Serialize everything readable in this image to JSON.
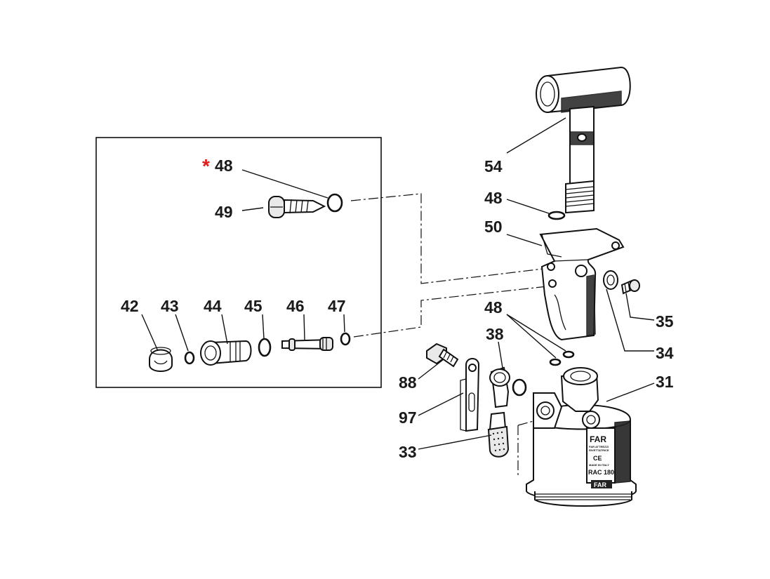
{
  "marker": {
    "asterisk": "*"
  },
  "callouts": {
    "c48_inset": "48",
    "c49": "49",
    "c42": "42",
    "c43": "43",
    "c44": "44",
    "c45": "45",
    "c46": "46",
    "c47": "47",
    "c54": "54",
    "c48_top": "48",
    "c50": "50",
    "c48_mid": "48",
    "c38": "38",
    "c35": "35",
    "c34": "34",
    "c31": "31",
    "c88": "88",
    "c97": "97",
    "c33": "33"
  },
  "body_plate": {
    "brand": "FAR",
    "model": "RAC 180",
    "ce_mark": "CE",
    "line1": "FAR ATTREZZI",
    "line2": "RIVETTATRICE",
    "line3": "MADE IN ITALY",
    "bottom_logo": "FAR"
  },
  "colors": {
    "asterisk": "#e21b1b",
    "ink": "#111111"
  }
}
